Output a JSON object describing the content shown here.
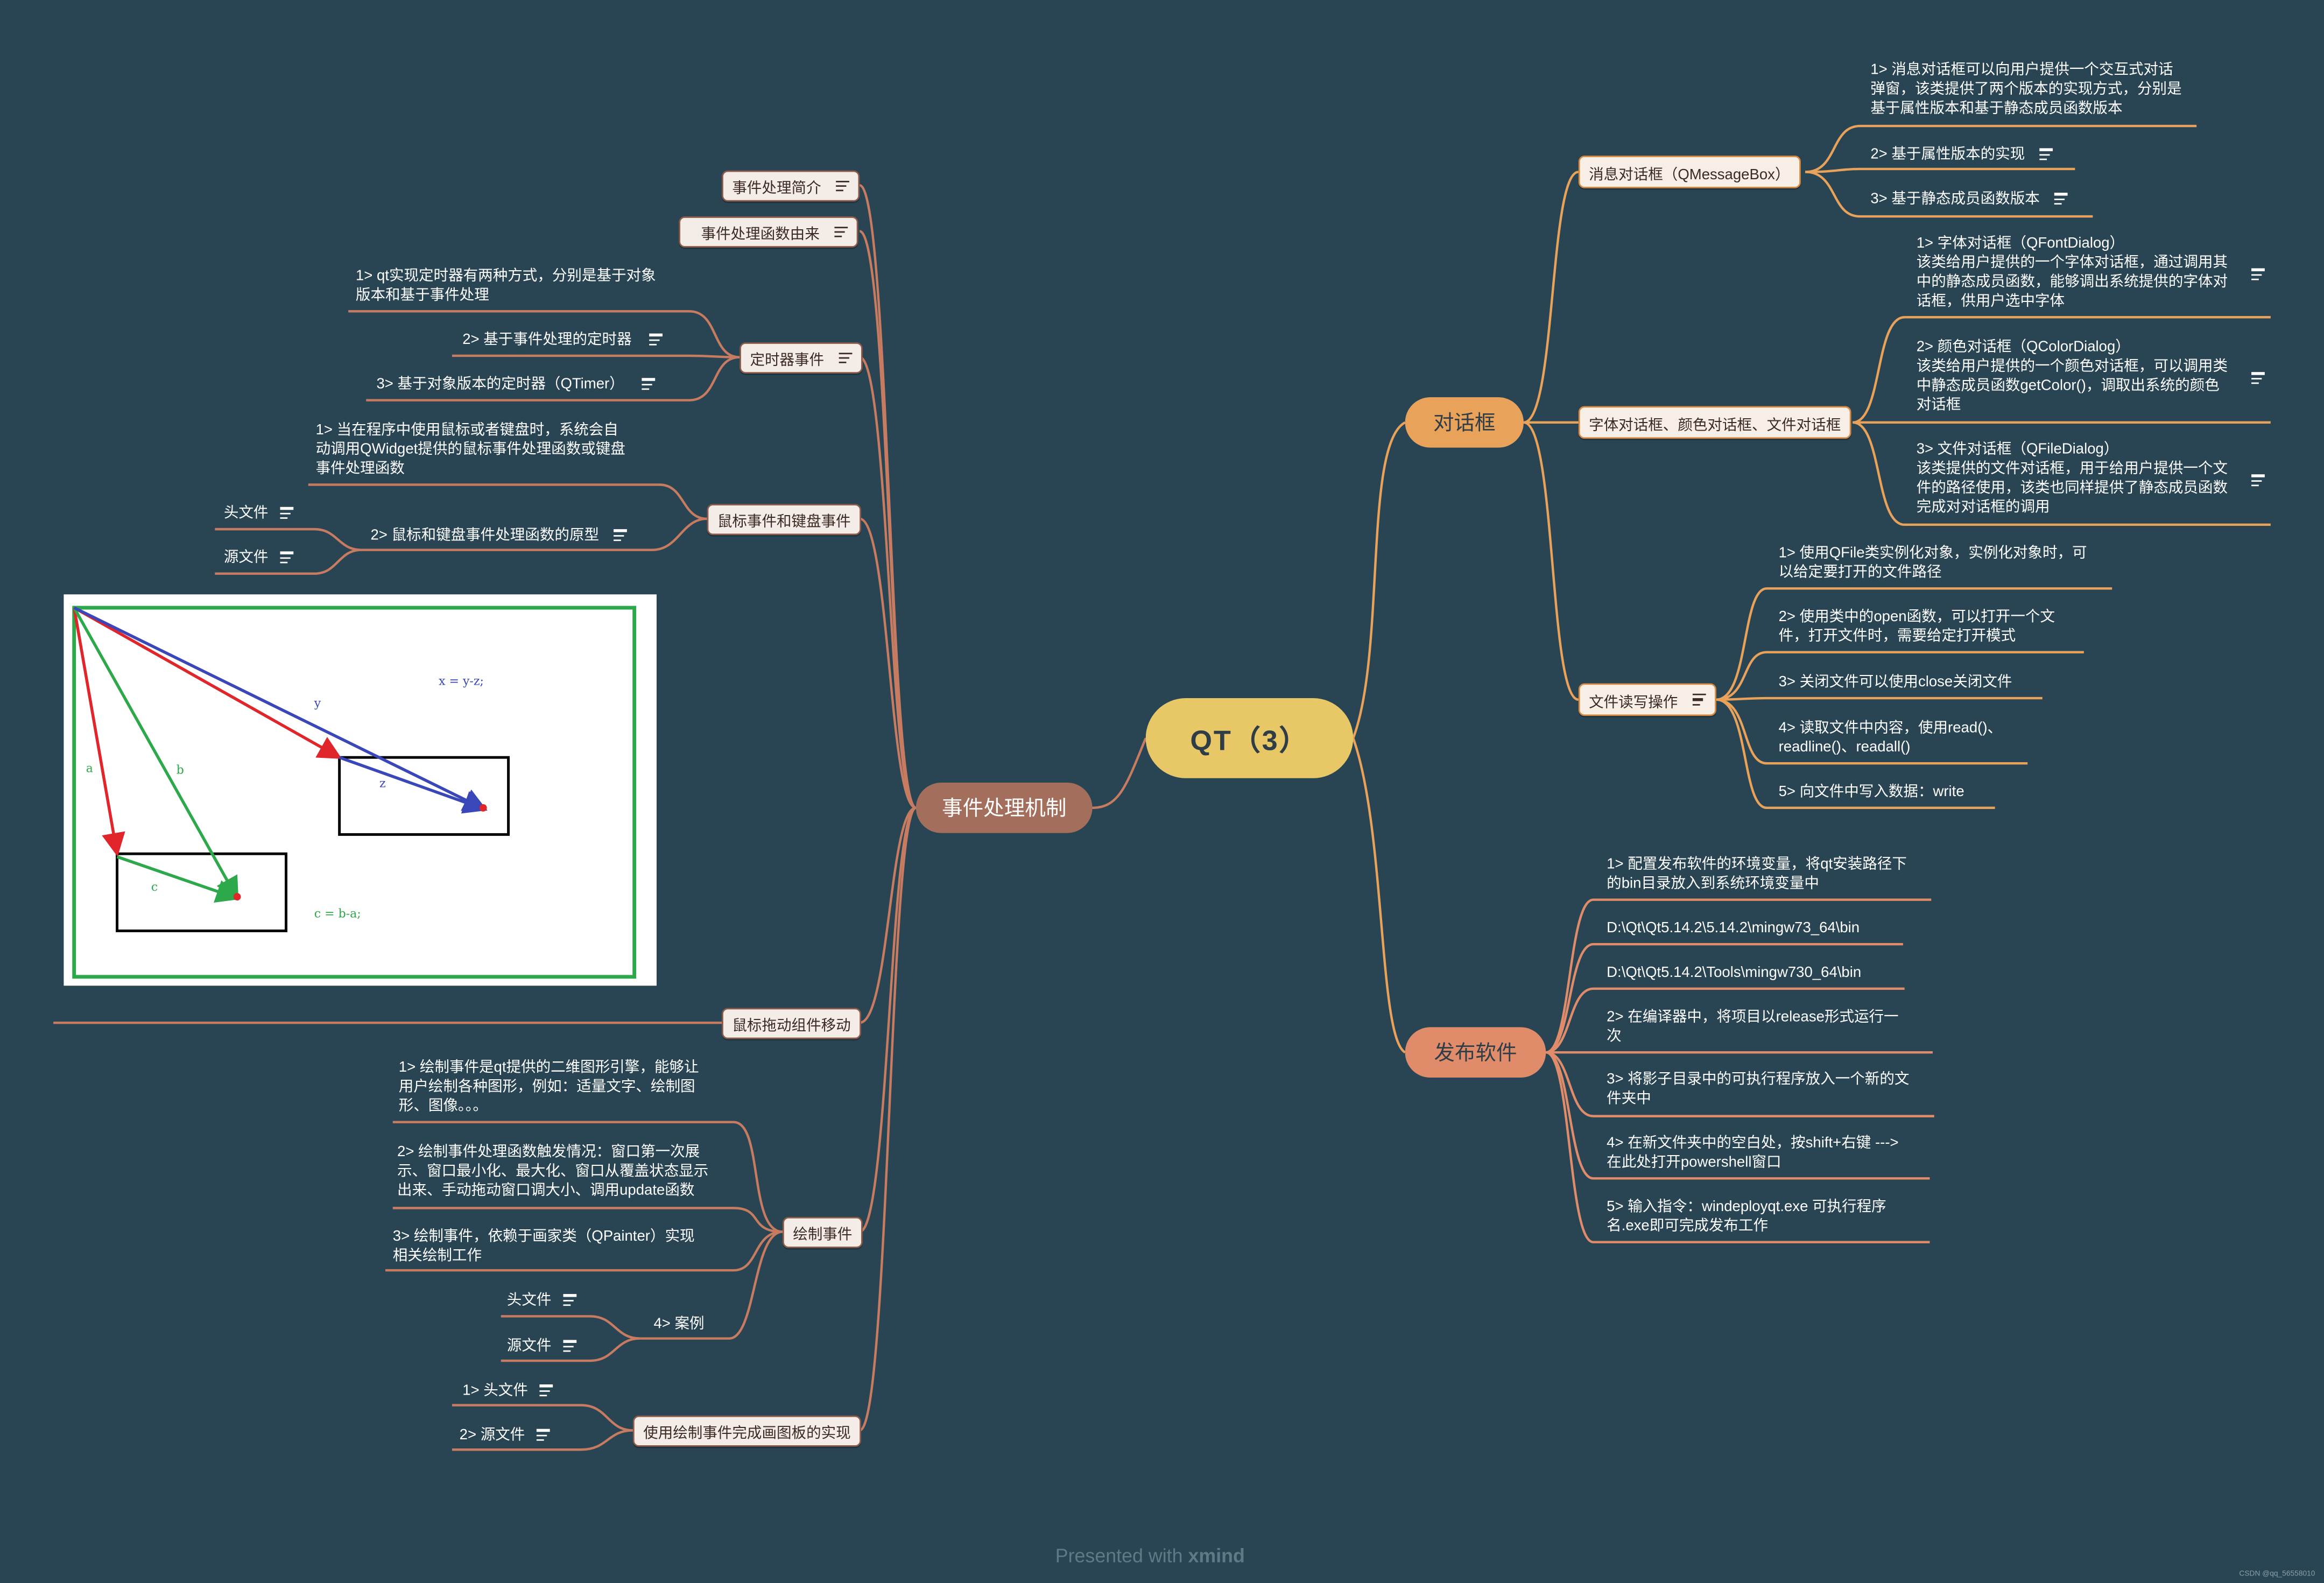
{
  "center": {
    "label": "QT（3）",
    "color": "#e8c866"
  },
  "colors": {
    "background": "#294554",
    "right_branch": "#e9a25a",
    "left_branch": "#a36f5c",
    "publish": "#e08c6b",
    "link_left": "#c77b60",
    "link_right": "#e9a25a"
  },
  "left_main": {
    "label": "事件处理机制",
    "intro": "事件处理简介",
    "origin": "事件处理函数由来",
    "timer": {
      "label": "定时器事件",
      "items": [
        "1>    qt实现定时器有两种方式，分别是基于对象\n版本和基于事件处理",
        "2>    基于事件处理的定时器",
        "3>    基于对象版本的定时器（QTimer）"
      ]
    },
    "mouse": {
      "label": "鼠标事件和键盘事件",
      "item1": "1>    当在程序中使用鼠标或者键盘时，系统会自\n动调用QWidget提供的鼠标事件处理函数或键盘\n事件处理函数",
      "item2": "2>    鼠标和键盘事件处理函数的原型",
      "header": "头文件",
      "source": "源文件"
    },
    "drag": "鼠标拖动组件移动",
    "paint": {
      "label": "绘制事件",
      "item1": "1>    绘制事件是qt提供的二维图形引擎，能够让\n用户绘制各种图形，例如：适量文字、绘制图\n形、图像。。。",
      "item2": "2>    绘制事件处理函数触发情况：窗口第一次展\n示、窗口最小化、最大化、窗口从覆盖状态显示\n出来、手动拖动窗口调大小、调用update函数",
      "item3": "3>    绘制事件，依赖于画家类（QPainter）实现\n相关绘制工作",
      "case": "4>    案例",
      "header": "头文件",
      "source": "源文件"
    },
    "board": {
      "label": "使用绘制事件完成画图板的实现",
      "header": "1>    头文件",
      "source": "2>    源文件"
    }
  },
  "figure": {
    "a": "a",
    "b": "b",
    "c": "c",
    "y": "y",
    "z": "z",
    "eq1": "x  =  y-z;",
    "eq2": "c  =  b-a;"
  },
  "dialog": {
    "label": "对话框",
    "msgbox": {
      "label": "消息对话框（QMessageBox）",
      "items": [
        "1>    消息对话框可以向用户提供一个交互式对话\n弹窗，该类提供了两个版本的实现方式，分别是\n基于属性版本和基于静态成员函数版本",
        "2>    基于属性版本的实现",
        "3>    基于静态成员函数版本"
      ]
    },
    "std": {
      "label": "字体对话框、颜色对话框、文件对话框",
      "items": [
        "1>    字体对话框（QFontDialog）\n该类给用户提供的一个字体对话框，通过调用其\n中的静态成员函数，能够调出系统提供的字体对\n话框，供用户选中字体",
        "2>    颜色对话框（QColorDialog）\n该类给用户提供的一个颜色对话框，可以调用类\n中静态成员函数getColor()，调取出系统的颜色\n对话框",
        "3>    文件对话框（QFileDialog）\n该类提供的文件对话框，用于给用户提供一个文\n件的路径使用，该类也同样提供了静态成员函数\n完成对对话框的调用"
      ]
    },
    "file": {
      "label": "文件读写操作",
      "items": [
        "1>    使用QFile类实例化对象，实例化对象时，可\n以给定要打开的文件路径",
        "2>    使用类中的open函数，可以打开一个文\n件，打开文件时，需要给定打开模式",
        "3>    关闭文件可以使用close关闭文件",
        "4>    读取文件中内容，使用read()、\nreadline()、readall()",
        "5>    向文件中写入数据：write"
      ]
    }
  },
  "publish": {
    "label": "发布软件",
    "items": [
      "1>    配置发布软件的环境变量，将qt安装路径下\n的bin目录放入到系统环境变量中",
      "D:\\Qt\\Qt5.14.2\\5.14.2\\mingw73_64\\bin",
      "D:\\Qt\\Qt5.14.2\\Tools\\mingw730_64\\bin",
      "2>    在编译器中，将项目以release形式运行一\n次",
      "3>    将影子目录中的可执行程序放入一个新的文\n件夹中",
      "4>    在新文件夹中的空白处，按shift+右键    --->\n在此处打开powershell窗口",
      "5>    输入指令：windeployqt.exe  可执行程序\n名.exe即可完成发布工作"
    ]
  },
  "footer": {
    "prefix": "Presented with ",
    "brand": "xmind",
    "watermark": "CSDN @qq_56558010"
  }
}
